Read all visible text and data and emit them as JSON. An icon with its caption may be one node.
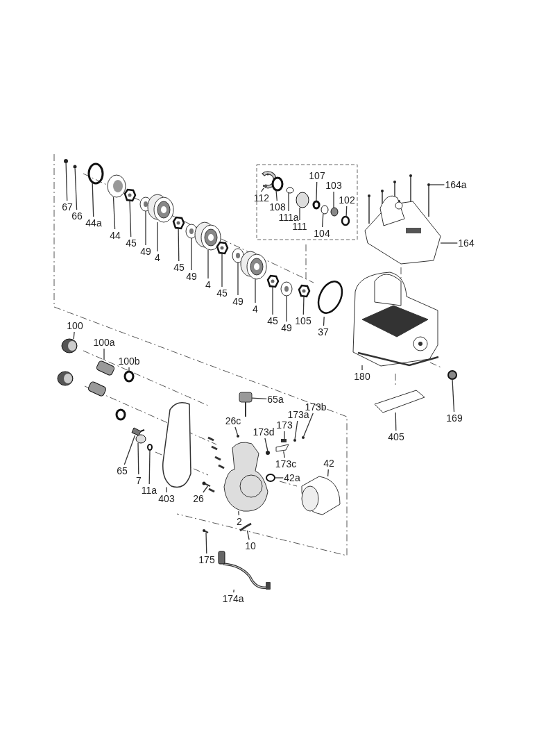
{
  "diagram": {
    "nodes": [
      {
        "text": [
          "67"
        ]
      },
      {
        "text": [
          "66"
        ]
      },
      {
        "text": [
          "44a"
        ]
      },
      {
        "text": [
          "44"
        ]
      },
      {
        "text": [
          "45"
        ]
      },
      {
        "text": [
          "49"
        ]
      },
      {
        "text": [
          "4"
        ]
      },
      {
        "text": [
          "45"
        ]
      },
      {
        "text": [
          "49"
        ]
      },
      {
        "text": [
          "4"
        ]
      },
      {
        "text": [
          "45"
        ]
      },
      {
        "text": [
          "49"
        ]
      },
      {
        "text": [
          "4"
        ]
      },
      {
        "text": [
          "45"
        ]
      },
      {
        "text": [
          "49"
        ]
      },
      {
        "text": [
          "105"
        ]
      },
      {
        "text": [
          "37"
        ]
      },
      {
        "text": [
          "112"
        ]
      },
      {
        "text": [
          "108"
        ]
      },
      {
        "text": [
          "111a"
        ]
      },
      {
        "text": [
          "111"
        ]
      },
      {
        "text": [
          "107"
        ]
      },
      {
        "text": [
          "104"
        ]
      },
      {
        "text": [
          "103"
        ]
      },
      {
        "text": [
          "102"
        ]
      },
      {
        "text": [
          "164a"
        ]
      },
      {
        "text": [
          "164"
        ]
      },
      {
        "text": [
          "180"
        ]
      },
      {
        "text": [
          "169"
        ]
      },
      {
        "text": [
          "405"
        ]
      },
      {
        "text": [
          "100"
        ]
      },
      {
        "text": [
          "100a"
        ]
      },
      {
        "text": [
          "100b"
        ]
      },
      {
        "text": [
          "65"
        ]
      },
      {
        "text": [
          "7"
        ]
      },
      {
        "text": [
          "11a"
        ]
      },
      {
        "text": [
          "403"
        ]
      },
      {
        "text": [
          "26"
        ]
      },
      {
        "text": [
          "26c"
        ]
      },
      {
        "text": [
          "65a"
        ]
      },
      {
        "text": [
          "173d"
        ]
      },
      {
        "text": [
          "173"
        ]
      },
      {
        "text": [
          "173a"
        ]
      },
      {
        "text": [
          "173b"
        ]
      },
      {
        "text": [
          "173c"
        ]
      },
      {
        "text": [
          "42"
        ]
      },
      {
        "text": [
          "42a"
        ]
      },
      {
        "text": [
          "2"
        ]
      },
      {
        "text": [
          "10"
        ]
      },
      {
        "text": [
          "175"
        ]
      },
      {
        "text": [
          "174a"
        ]
      },
      {
        "text": [],
        "shape": "circle"
      },
      {
        "text": [],
        "shape": "circle"
      },
      {
        "text": [],
        "shape": "circle"
      },
      {
        "text": [],
        "shape": "picture"
      },
      {
        "text": [],
        "shape": "picture"
      },
      {
        "text": [],
        "shape": "picture"
      },
      {
        "text": [],
        "shape": "picture"
      },
      {
        "text": [],
        "shape": "picture"
      },
      {
        "text": [],
        "shape": "picture"
      },
      {
        "text": [],
        "shape": "picture"
      },
      {
        "text": [],
        "shape": "picture"
      },
      {
        "text": [],
        "shape": "picture"
      },
      {
        "text": [],
        "shape": "picture"
      },
      {
        "text": [],
        "shape": "picture"
      },
      {
        "text": [],
        "shape": "picture"
      },
      {
        "text": [],
        "shape": "picture"
      },
      {
        "text": [],
        "shape": "circle"
      },
      {
        "text": [],
        "shape": "picture"
      },
      {
        "text": [],
        "shape": "circle"
      },
      {
        "text": [],
        "shape": "circle"
      },
      {
        "text": [],
        "shape": "circle"
      },
      {
        "text": [],
        "shape": "circle"
      },
      {
        "text": [],
        "shape": "circle"
      },
      {
        "text": [],
        "shape": "circle"
      },
      {
        "text": [],
        "shape": "circle"
      },
      {
        "text": [],
        "shape": "picture"
      },
      {
        "text": [],
        "shape": "picture"
      },
      {
        "text": [],
        "shape": "picture"
      },
      {
        "text": [],
        "shape": "circle"
      },
      {
        "text": [],
        "shape": "picture"
      },
      {
        "text": [],
        "shape": "picture"
      },
      {
        "text": [],
        "shape": "box"
      },
      {
        "text": [],
        "shape": "circle"
      },
      {
        "text": [],
        "shape": "picture"
      },
      {
        "text": [],
        "shape": "circle"
      },
      {
        "text": [],
        "shape": "circle"
      },
      {
        "text": [],
        "shape": "picture"
      },
      {
        "text": [],
        "shape": "picture"
      },
      {
        "text": [],
        "shape": "circle"
      },
      {
        "text": [],
        "shape": "picture"
      },
      {
        "text": [],
        "shape": "circle"
      },
      {
        "text": [],
        "shape": "box"
      },
      {
        "text": [],
        "shape": "circle"
      },
      {
        "text": [],
        "shape": "circle"
      },
      {
        "text": [],
        "shape": "picture"
      },
      {
        "text": [],
        "shape": "picture"
      },
      {
        "text": [],
        "shape": "circle"
      },
      {
        "text": [],
        "shape": "picture"
      },
      {
        "text": [],
        "shape": "picture"
      },
      {
        "text": [],
        "shape": "picture"
      },
      {
        "text": [],
        "shape": "picture"
      },
      {
        "text": [],
        "shape": "picture"
      },
      {
        "text": [],
        "shape": "box"
      },
      {
        "text": [],
        "shape": "circle"
      }
    ],
    "edges": [
      {
        "from": 0,
        "to": 51,
        "arrow": "none"
      },
      {
        "from": 1,
        "to": 52,
        "arrow": "none"
      },
      {
        "from": 2,
        "to": 53,
        "arrow": "none"
      },
      {
        "from": 3,
        "to": 54,
        "arrow": "none"
      },
      {
        "from": 4,
        "to": 55,
        "arrow": "none"
      },
      {
        "from": 5,
        "to": 56,
        "arrow": "none"
      },
      {
        "from": 6,
        "to": 57,
        "arrow": "none"
      },
      {
        "from": 7,
        "to": 58,
        "arrow": "none"
      },
      {
        "from": 8,
        "to": 59,
        "arrow": "none"
      },
      {
        "from": 9,
        "to": 60,
        "arrow": "none"
      },
      {
        "from": 10,
        "to": 61,
        "arrow": "none"
      },
      {
        "from": 11,
        "to": 62,
        "arrow": "none"
      },
      {
        "from": 12,
        "to": 63,
        "arrow": "none"
      },
      {
        "from": 13,
        "to": 64,
        "arrow": "none"
      },
      {
        "from": 14,
        "to": 65,
        "arrow": "none"
      },
      {
        "from": 15,
        "to": 66,
        "arrow": "none"
      },
      {
        "from": 16,
        "to": 67,
        "arrow": "none"
      },
      {
        "from": 17,
        "to": 68,
        "arrow": "none"
      },
      {
        "from": 18,
        "to": 69,
        "arrow": "none"
      },
      {
        "from": 19,
        "to": 70,
        "arrow": "none"
      },
      {
        "from": 20,
        "to": 71,
        "arrow": "none"
      },
      {
        "from": 21,
        "to": 72,
        "arrow": "none"
      },
      {
        "from": 22,
        "to": 73,
        "arrow": "none"
      },
      {
        "from": 23,
        "to": 74,
        "arrow": "none"
      },
      {
        "from": 24,
        "to": 75,
        "arrow": "none"
      },
      {
        "from": 25,
        "to": 76,
        "arrow": "none"
      },
      {
        "from": 26,
        "to": 77,
        "arrow": "none"
      },
      {
        "from": 27,
        "to": 78,
        "arrow": "none"
      },
      {
        "from": 28,
        "to": 79,
        "arrow": "none"
      },
      {
        "from": 29,
        "to": 80,
        "arrow": "none"
      },
      {
        "from": 30,
        "to": 81,
        "arrow": "none"
      },
      {
        "from": 31,
        "to": 82,
        "arrow": "none"
      },
      {
        "from": 32,
        "to": 83,
        "arrow": "none"
      },
      {
        "from": 33,
        "to": 84,
        "arrow": "none"
      },
      {
        "from": 34,
        "to": 85,
        "arrow": "none"
      },
      {
        "from": 35,
        "to": 86,
        "arrow": "none"
      },
      {
        "from": 36,
        "to": 87,
        "arrow": "none"
      },
      {
        "from": 37,
        "to": 88,
        "arrow": "none"
      },
      {
        "from": 38,
        "to": 89,
        "arrow": "none"
      },
      {
        "from": 39,
        "to": 90,
        "arrow": "none"
      },
      {
        "from": 40,
        "to": 91,
        "arrow": "none"
      },
      {
        "from": 41,
        "to": 92,
        "arrow": "none"
      },
      {
        "from": 42,
        "to": 93,
        "arrow": "none"
      },
      {
        "from": 43,
        "to": 94,
        "arrow": "none"
      },
      {
        "from": 44,
        "to": 95,
        "arrow": "none"
      },
      {
        "from": 45,
        "to": 96,
        "arrow": "none"
      },
      {
        "from": 46,
        "to": 97,
        "arrow": "none"
      },
      {
        "from": 47,
        "to": 98,
        "arrow": "none"
      },
      {
        "from": 48,
        "to": 99,
        "arrow": "none"
      },
      {
        "from": 49,
        "to": 100,
        "arrow": "none"
      },
      {
        "from": 50,
        "to": 101,
        "arrow": "none"
      }
    ]
  }
}
